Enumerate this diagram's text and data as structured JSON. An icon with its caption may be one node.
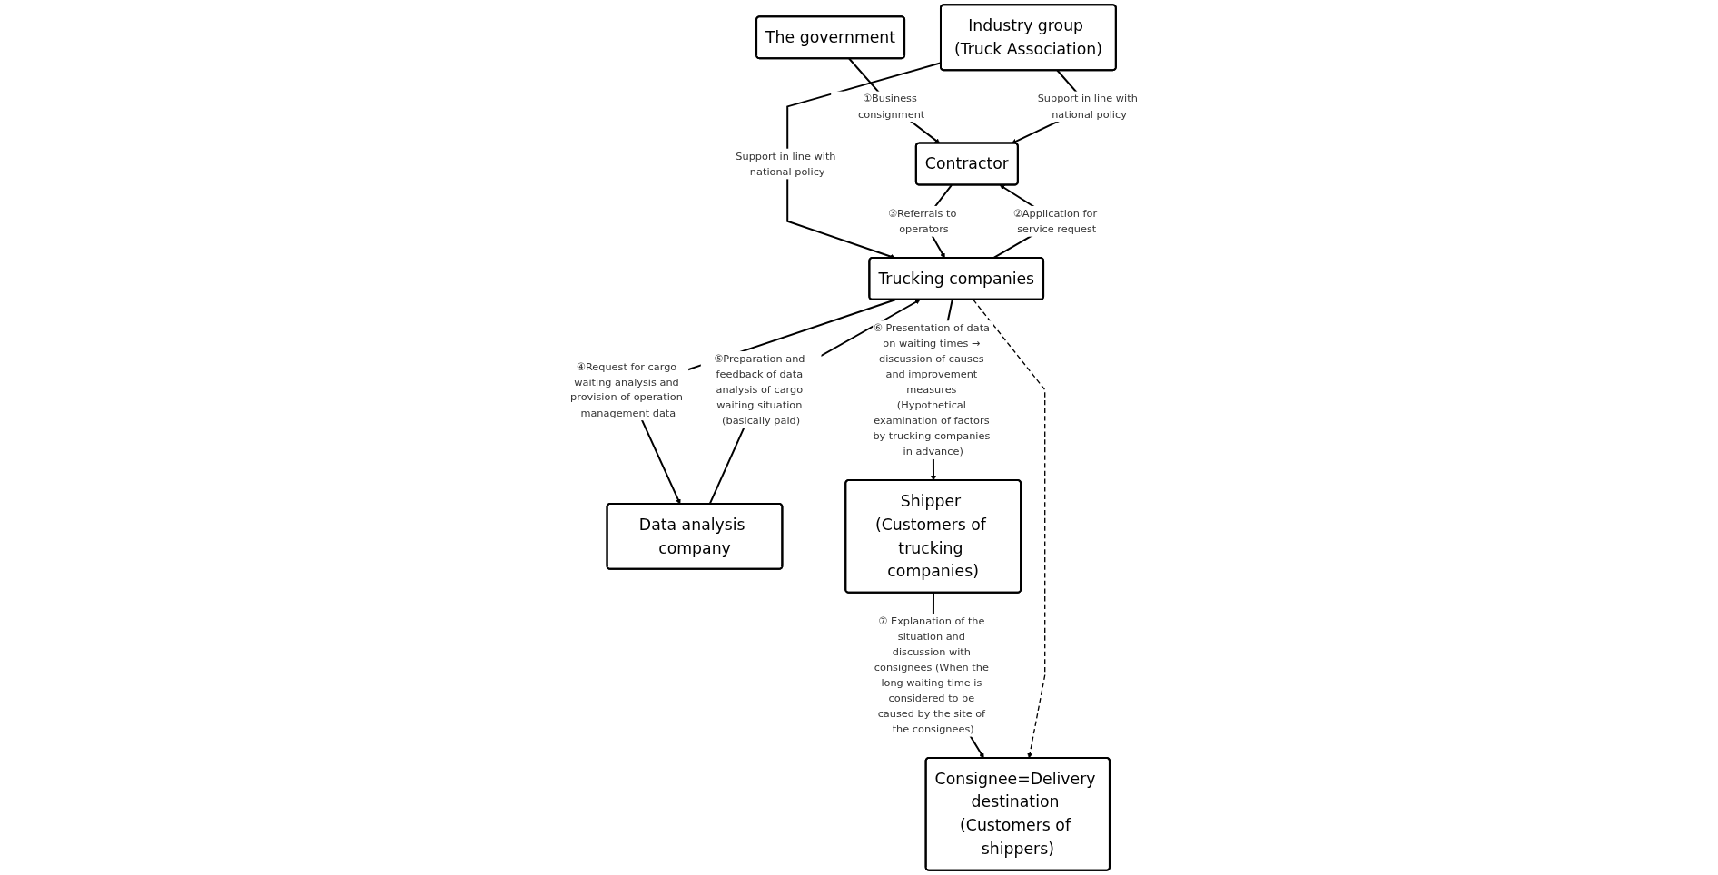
{
  "diagram": {
    "nodes": [
      {
        "text": [
          "The government"
        ]
      },
      {
        "text": [
          "Contractor"
        ]
      },
      {
        "text": [
          "Industry group (Truck Association)"
        ]
      },
      {
        "text": [
          "Trucking companies"
        ]
      },
      {
        "text": [
          "Data analysis company"
        ]
      },
      {
        "text": [
          "Shipper (Customers of trucking companies)"
        ]
      },
      {
        "text": [
          "Consignee=Delivery destination (Customers of shippers)"
        ]
      }
    ],
    "edges": [
      {
        "from": 0,
        "to": 1,
        "arrow": "to",
        "label": "①Business consignment"
      },
      {
        "from": 2,
        "to": 1,
        "arrow": "to",
        "label": "Support in line with national policy"
      },
      {
        "from": 2,
        "to": 3,
        "arrow": "to",
        "label": "Support in line with national policy"
      },
      {
        "from": 3,
        "to": 1,
        "arrow": "to",
        "label": "②Application for service request"
      },
      {
        "from": 1,
        "to": 3,
        "arrow": "to",
        "label": "③Referrals to operators"
      },
      {
        "from": 3,
        "to": 4,
        "arrow": "to",
        "label": "④Request for cargo waiting analysis and provision of operation management data"
      },
      {
        "from": 4,
        "to": 3,
        "arrow": "to",
        "label": "⑤Preparation and feedback of data analysis of cargo waiting situation (basically paid)"
      },
      {
        "from": 3,
        "to": 5,
        "arrow": "to",
        "label": "⑥ Presentation of data on waiting times → discussion of causes and improvement measures (Hypothetical examination of factors by trucking companies in advance)"
      },
      {
        "from": 5,
        "to": 6,
        "arrow": "to",
        "label": "⑦ Explanation of the situation and discussion with consignees (When the long waiting time is considered to be caused by the site of the consignees)"
      },
      {
        "from": 3,
        "to": 6,
        "arrow": "to",
        "style": "dashed"
      }
    ]
  }
}
